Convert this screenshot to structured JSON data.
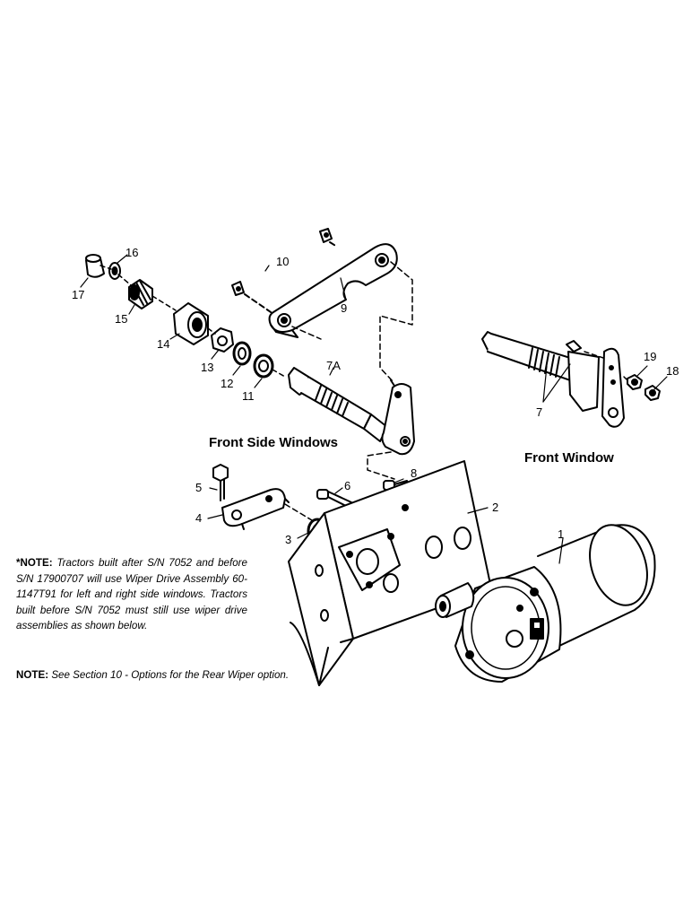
{
  "callouts": {
    "c1": "1",
    "c2": "2",
    "c3": "3",
    "c4": "4",
    "c5": "5",
    "c6": "6",
    "c7": "7",
    "c7a": "7A",
    "c8": "8",
    "c9": "9",
    "c10": "10",
    "c11": "11",
    "c12": "12",
    "c13": "13",
    "c14": "14",
    "c15": "15",
    "c16": "16",
    "c17": "17",
    "c18": "18",
    "c19": "19"
  },
  "labels": {
    "front_side_windows": "Front Side Windows",
    "front_window": "Front Window"
  },
  "notes": {
    "note1_label": "*NOTE:",
    "note1_text": "Tractors built after S/N 7052 and before S/N 17900707 will use Wiper Drive Assembly 60-1147T91 for left and right side windows. Tractors built before S/N 7052 must still use wiper drive assemblies as shown below.",
    "note2_label": "NOTE:",
    "note2_text": "See Section 10 - Options for the Rear Wiper option."
  }
}
